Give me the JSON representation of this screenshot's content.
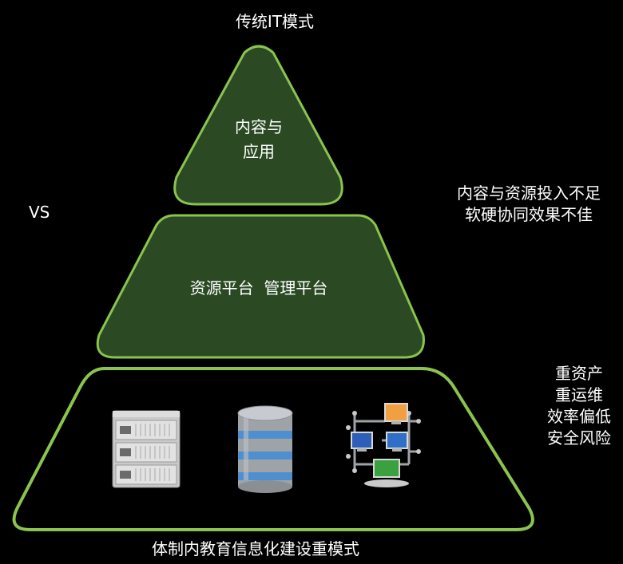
{
  "colors": {
    "background": "#000000",
    "tier_fill": "#2b4a24",
    "tier_stroke": "#8ac44e",
    "base_stroke": "#8ac44e",
    "text": "#ffffff"
  },
  "top_title": "传统IT模式",
  "vs_label": "VS",
  "tiers": {
    "top": {
      "line1": "内容与",
      "line2": "应用"
    },
    "middle": {
      "label": "资源平台  管理平台"
    },
    "base": {
      "icons": [
        "server-rack-icon",
        "database-icon",
        "network-topology-icon"
      ]
    }
  },
  "annotations": {
    "upper": [
      "内容与资源投入不足",
      "软硬协同效果不佳"
    ],
    "lower": [
      "重资产",
      "重运维",
      "效率偏低",
      "安全风险"
    ]
  },
  "bottom_title": "体制内教育信息化建设重模式"
}
